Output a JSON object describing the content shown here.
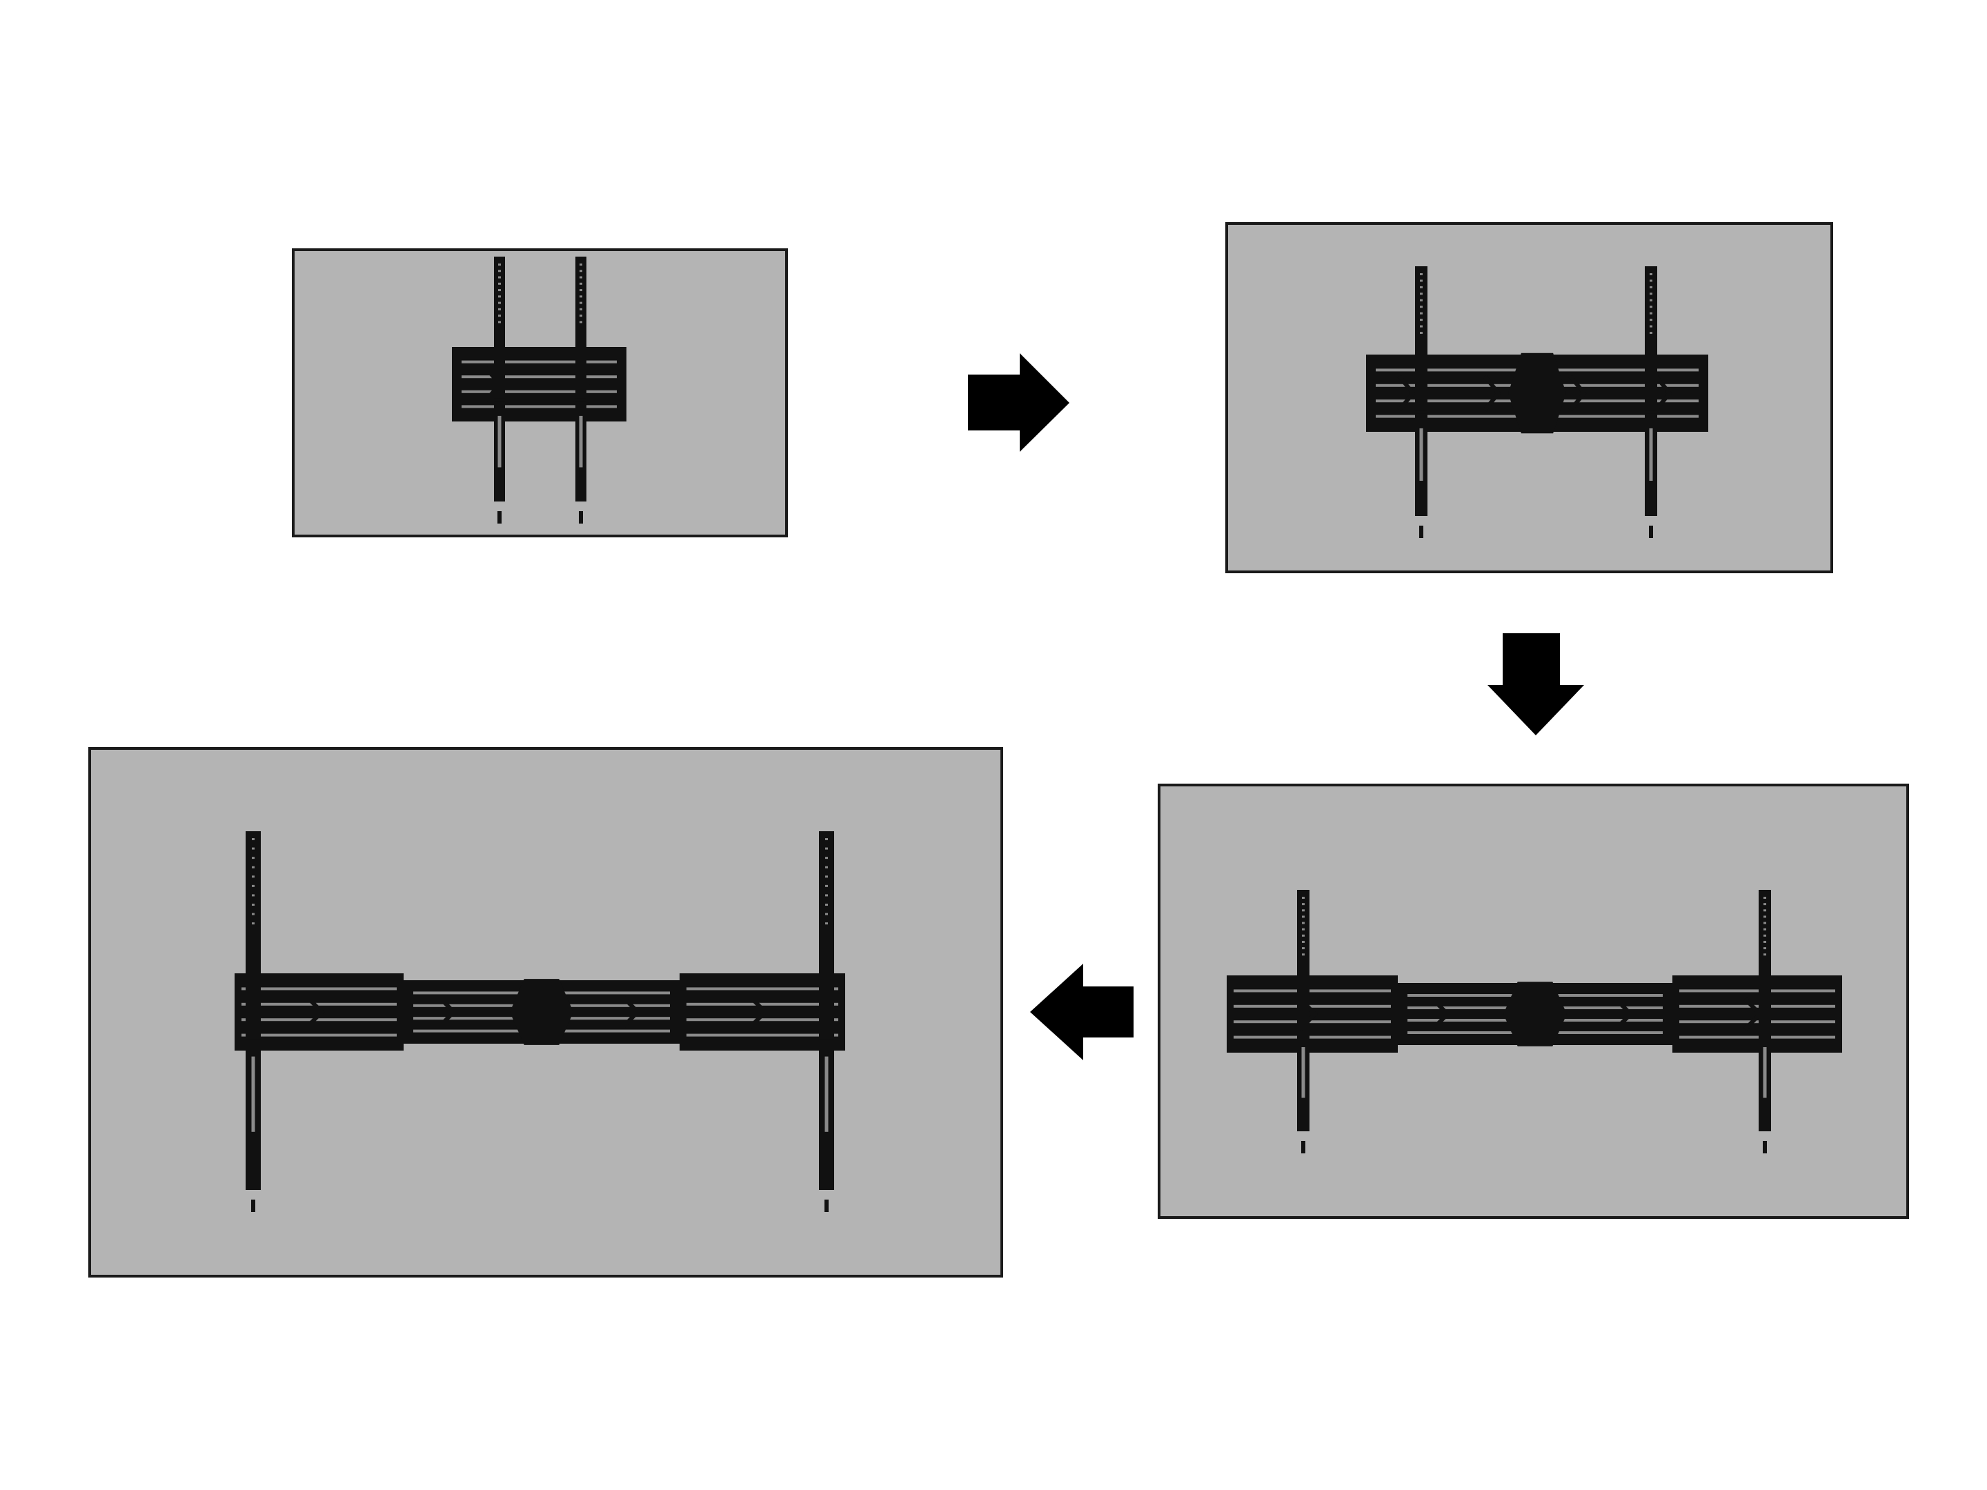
{
  "diagram": {
    "background_color": "#ffffff",
    "panel_fill": "#b4b4b4",
    "panel_stroke": "#1a1a1a",
    "hardware_color": "#111111",
    "hardware_highlight": "#8a8a8a",
    "arrow_color": "#000000",
    "steps": [
      {
        "id": "step-1",
        "frame_size": "small",
        "bracket": "compact",
        "arms": "close"
      },
      {
        "id": "step-2",
        "frame_size": "medium",
        "bracket": "extended",
        "arms": "spread"
      },
      {
        "id": "step-3",
        "frame_size": "large",
        "bracket": "extended-with-extensions",
        "arms": "spread"
      },
      {
        "id": "step-4",
        "frame_size": "extra-large",
        "bracket": "fully-extended",
        "arms": "wide"
      }
    ],
    "arrows": [
      {
        "id": "arrow-1",
        "direction": "right",
        "from": "step-1",
        "to": "step-2"
      },
      {
        "id": "arrow-2",
        "direction": "down",
        "from": "step-2",
        "to": "step-3"
      },
      {
        "id": "arrow-3",
        "direction": "left",
        "from": "step-3",
        "to": "step-4"
      }
    ]
  }
}
